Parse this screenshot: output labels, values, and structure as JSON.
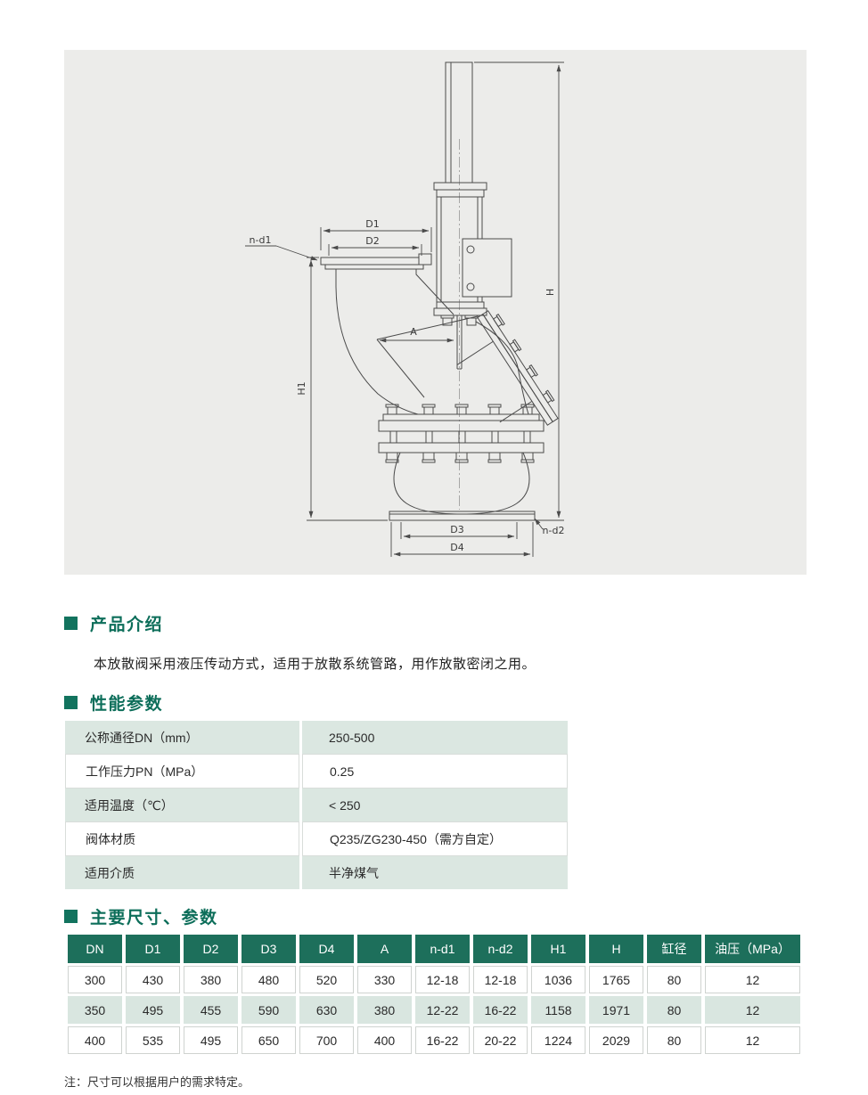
{
  "colors": {
    "accent_green": "#12735E",
    "title_green": "#0D6E5A",
    "table_header_green": "#1D6F5B",
    "tint_row": "#DBE7E1",
    "drawing_bg": "#ECECEA"
  },
  "drawing": {
    "dim_labels": {
      "d1": "D1",
      "d2": "D2",
      "n_d1": "n-d1",
      "a": "A",
      "h": "H",
      "h1": "H1",
      "d3": "D3",
      "d4": "D4",
      "n_d2": "n-d2"
    }
  },
  "sections": {
    "intro": {
      "title": "产品介绍",
      "body": "本放散阀采用液压传动方式，适用于放散系统管路，用作放散密闭之用。"
    },
    "performance": {
      "title": "性能参数",
      "rows": [
        {
          "label": "公称通径DN（mm）",
          "value": "250-500"
        },
        {
          "label": "工作压力PN（MPa）",
          "value": "0.25"
        },
        {
          "label": "适用温度（℃）",
          "value": "< 250"
        },
        {
          "label": "阀体材质",
          "value": "Q235/ZG230-450（需方自定）"
        },
        {
          "label": "适用介质",
          "value": "半净煤气"
        }
      ]
    },
    "dimensions": {
      "title": "主要尺寸、参数",
      "headers": [
        "DN",
        "D1",
        "D2",
        "D3",
        "D4",
        "A",
        "n-d1",
        "n-d2",
        "H1",
        "H",
        "缸径",
        "油压（MPa）"
      ],
      "rows": [
        [
          "300",
          "430",
          "380",
          "480",
          "520",
          "330",
          "12-18",
          "12-18",
          "1036",
          "1765",
          "80",
          "12"
        ],
        [
          "350",
          "495",
          "455",
          "590",
          "630",
          "380",
          "12-22",
          "16-22",
          "1158",
          "1971",
          "80",
          "12"
        ],
        [
          "400",
          "535",
          "495",
          "650",
          "700",
          "400",
          "16-22",
          "20-22",
          "1224",
          "2029",
          "80",
          "12"
        ]
      ],
      "note": "注：尺寸可以根据用户的需求特定。"
    }
  }
}
